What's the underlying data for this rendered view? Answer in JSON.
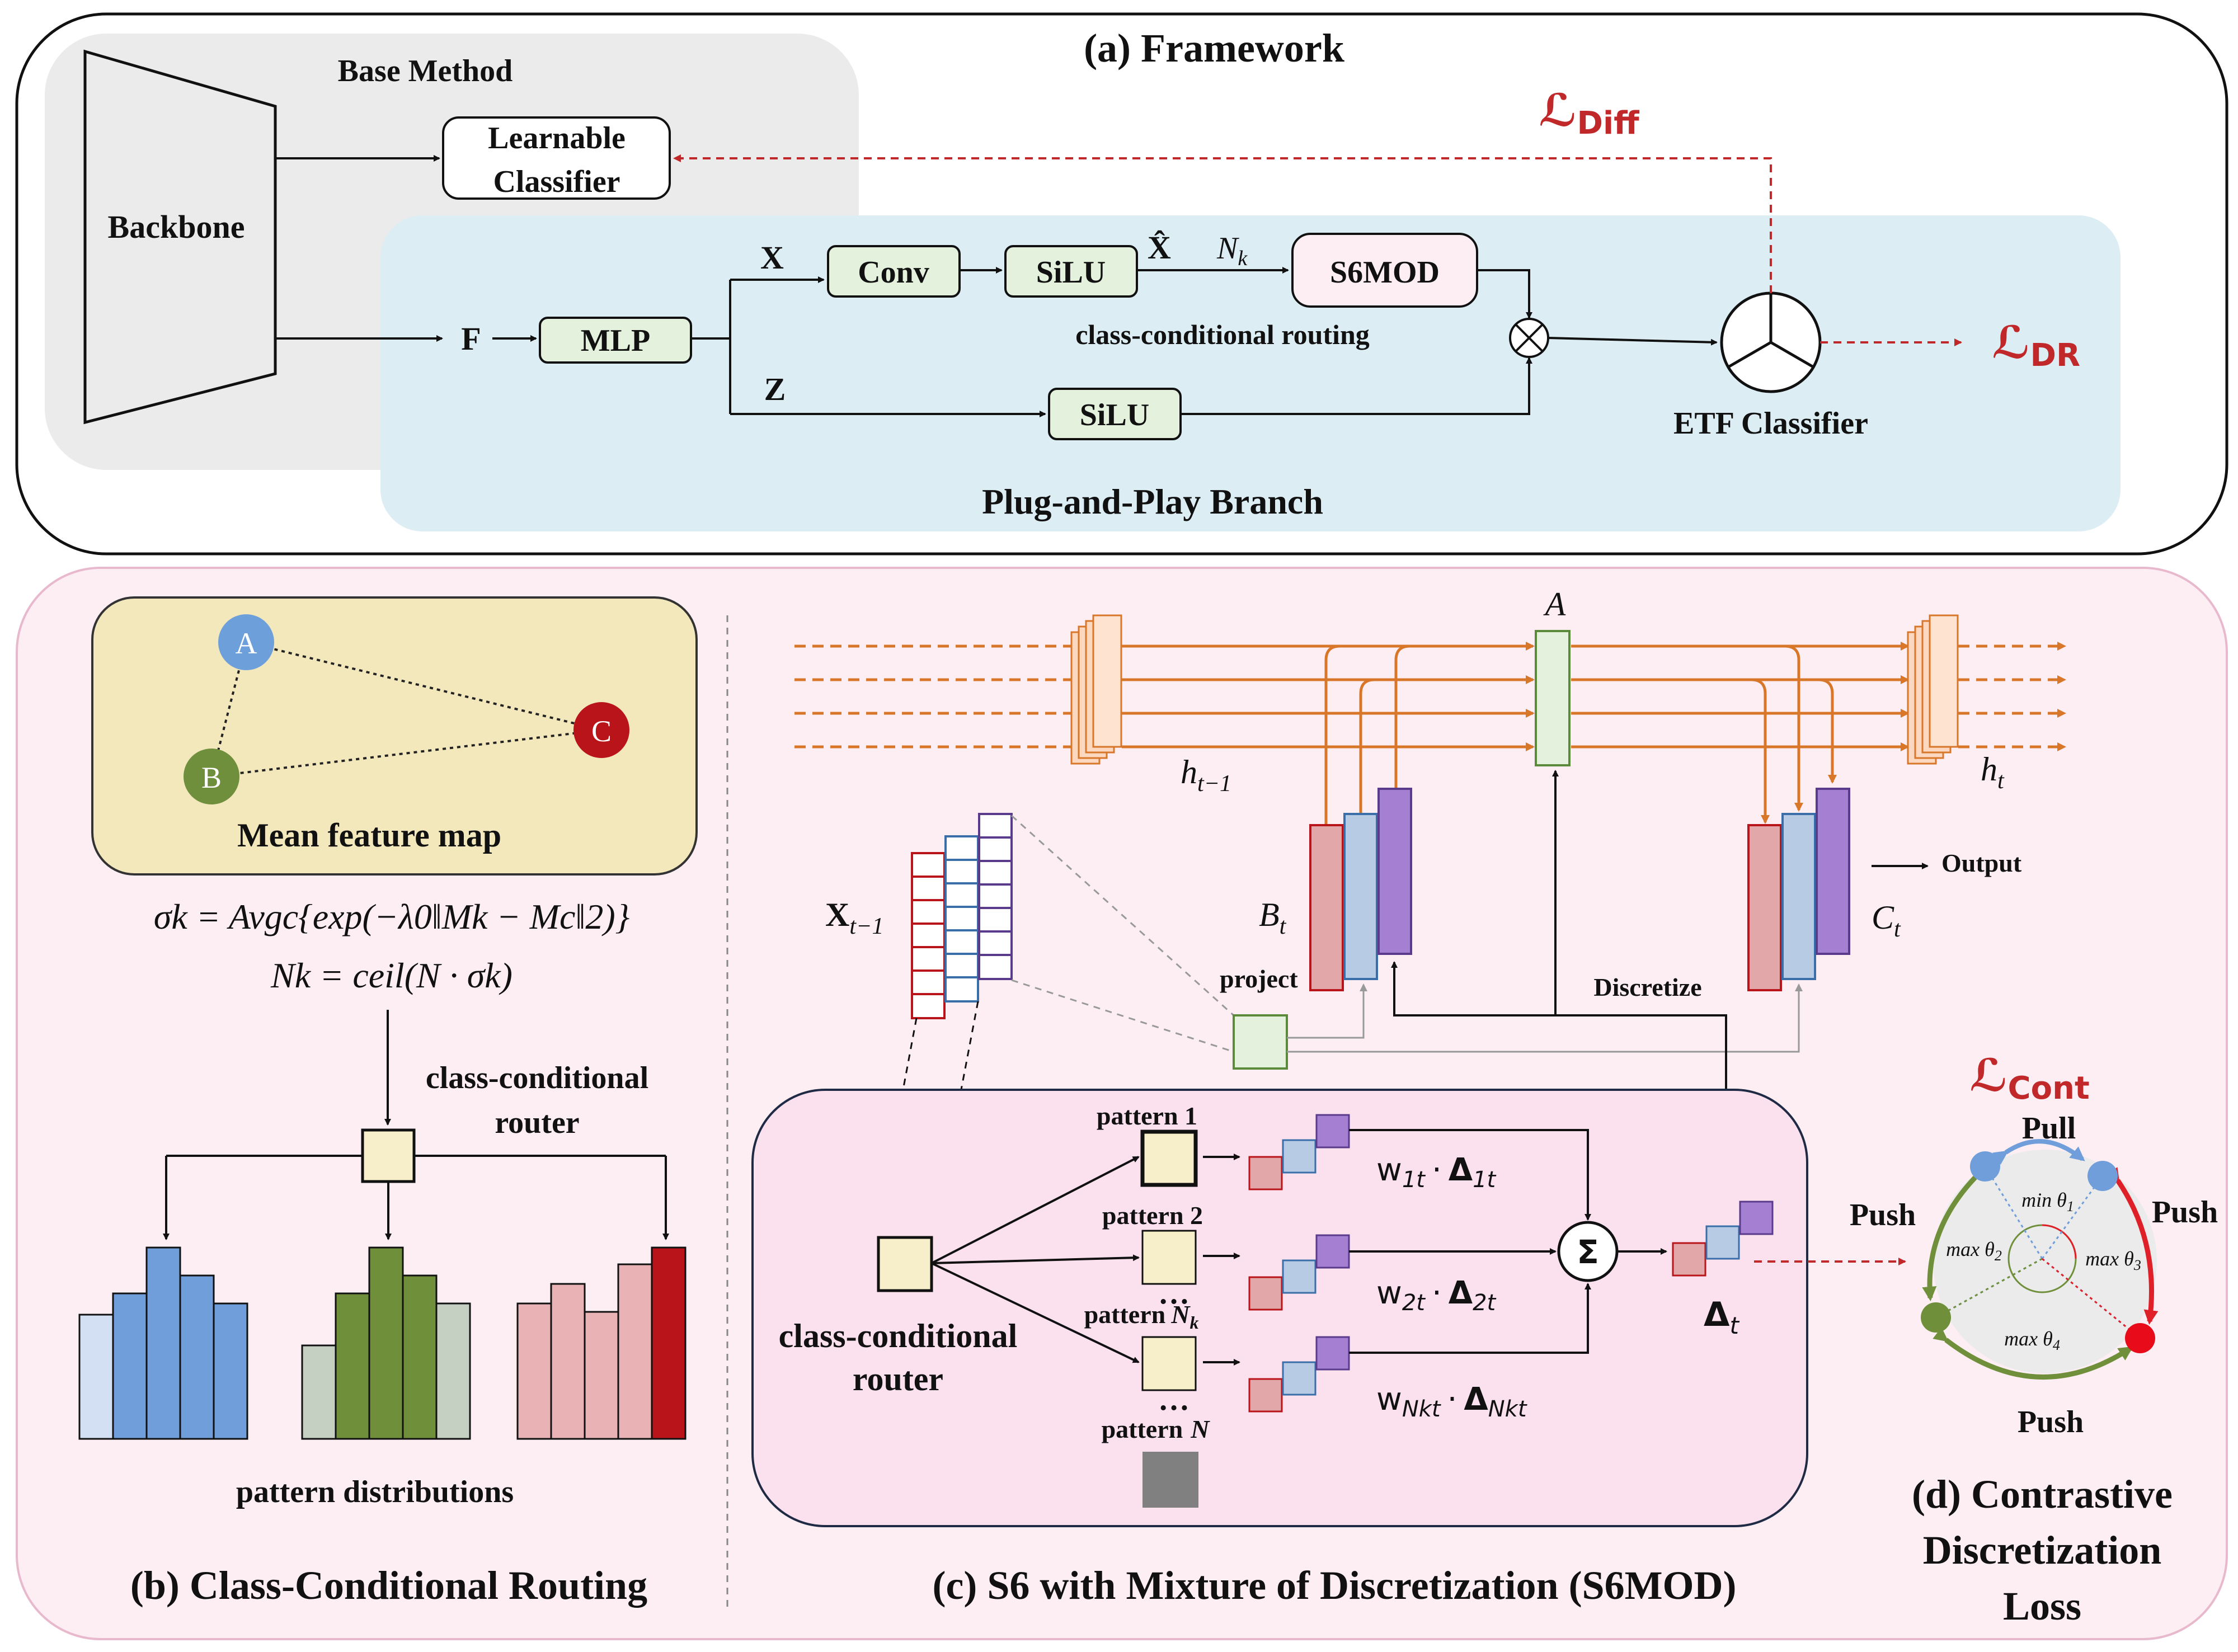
{
  "framework": {
    "title": "(a) Framework",
    "base_method": "Base Method",
    "backbone": "Backbone",
    "learnable_classifier_l1": "Learnable",
    "learnable_classifier_l2": "Classifier",
    "f": "F",
    "mlp": "MLP",
    "x": "X",
    "z": "Z",
    "conv": "Conv",
    "silu_top": "SiLU",
    "silu_bottom": "SiLU",
    "xhat": "X̂",
    "nk_n": "N",
    "nk_k": "k",
    "s6mod": "S6MOD",
    "ccr": "class-conditional routing",
    "etf": "ETF Classifier",
    "branch": "Plug-and-Play Branch",
    "loss_symbol": "ℒ",
    "l_diff": "Diff",
    "l_dr": "DR"
  },
  "routing": {
    "title": "(b) Class-Conditional Routing",
    "node_a": "A",
    "node_b": "B",
    "node_c": "C",
    "mean_feature_map": "Mean feature map",
    "formula1": "σk = Avgc{exp(−λ0‖Mk − Mc‖2)}",
    "formula2": "Nk = ceil(N · σk)",
    "router_l1": "class-conditional",
    "router_l2": "router",
    "pattern_distributions": "pattern distributions"
  },
  "s6mod": {
    "title": "(c) S6 with Mixture of Discretization (S6MOD)",
    "a": "A",
    "h_prev": "h",
    "h_prev_sub": "t−1",
    "h_t": "h",
    "h_t_sub": "t",
    "x_prev": "X",
    "x_prev_sub": "t−1",
    "b_t": "B",
    "b_t_sub": "t",
    "c_t": "C",
    "c_t_sub": "t",
    "project": "project",
    "discretize": "Discretize",
    "output": "Output",
    "router_l1": "class-conditional",
    "router_l2": "router",
    "pattern_1": "pattern 1",
    "pattern_2": "pattern 2",
    "pattern_nk": "pattern",
    "pattern_nk_sym": "N",
    "pattern_nk_sub": "k",
    "pattern_n": "pattern",
    "pattern_n_sym": "N",
    "w1": "w",
    "w1_sub": "1t",
    "w2": "w",
    "w2_sub": "2t",
    "wn": "w",
    "wn_sub": "Nkt",
    "delta": "Δ",
    "delta1_sub": "1t",
    "delta2_sub": "2t",
    "deltan_sub": "Nkt",
    "delta_t_sub": "t",
    "dot": "·",
    "sigma": "Σ",
    "dots": "…"
  },
  "contrastive": {
    "title_l1": "(d) Contrastive",
    "title_l2": "Discretization",
    "title_l3": "Loss",
    "loss_symbol": "ℒ",
    "l_cont": "Cont",
    "pull": "Pull",
    "push_left": "Push",
    "push_right": "Push",
    "push_bottom": "Push",
    "min1": "min θ",
    "min1_sub": "1",
    "max2": "max θ",
    "max2_sub": "2",
    "max3": "max θ",
    "max3_sub": "3",
    "max4": "max θ",
    "max4_sub": "4"
  },
  "colors": {
    "orange": "#d8762a",
    "red_dashed": "#c0282a",
    "base_bg": "#ebebeb",
    "branch_bg": "#dcedf3",
    "pink_panel": "#fdeef4",
    "router_panel": "#fbe1ee",
    "green_box": "#e3f1dd",
    "yellow_box": "#f7efc9",
    "mean_map_bg": "#f3e7bc",
    "node_a": "#6d9fda",
    "node_b": "#6f8f3c",
    "node_c": "#b8141a",
    "bar_blue": "#6f9edb",
    "bar_green": "#6f8f3a",
    "bar_red": "#e9b3b5",
    "purple": "#a47fd2",
    "light_blue": "#b7cbe4",
    "light_red": "#e2a7a9"
  }
}
